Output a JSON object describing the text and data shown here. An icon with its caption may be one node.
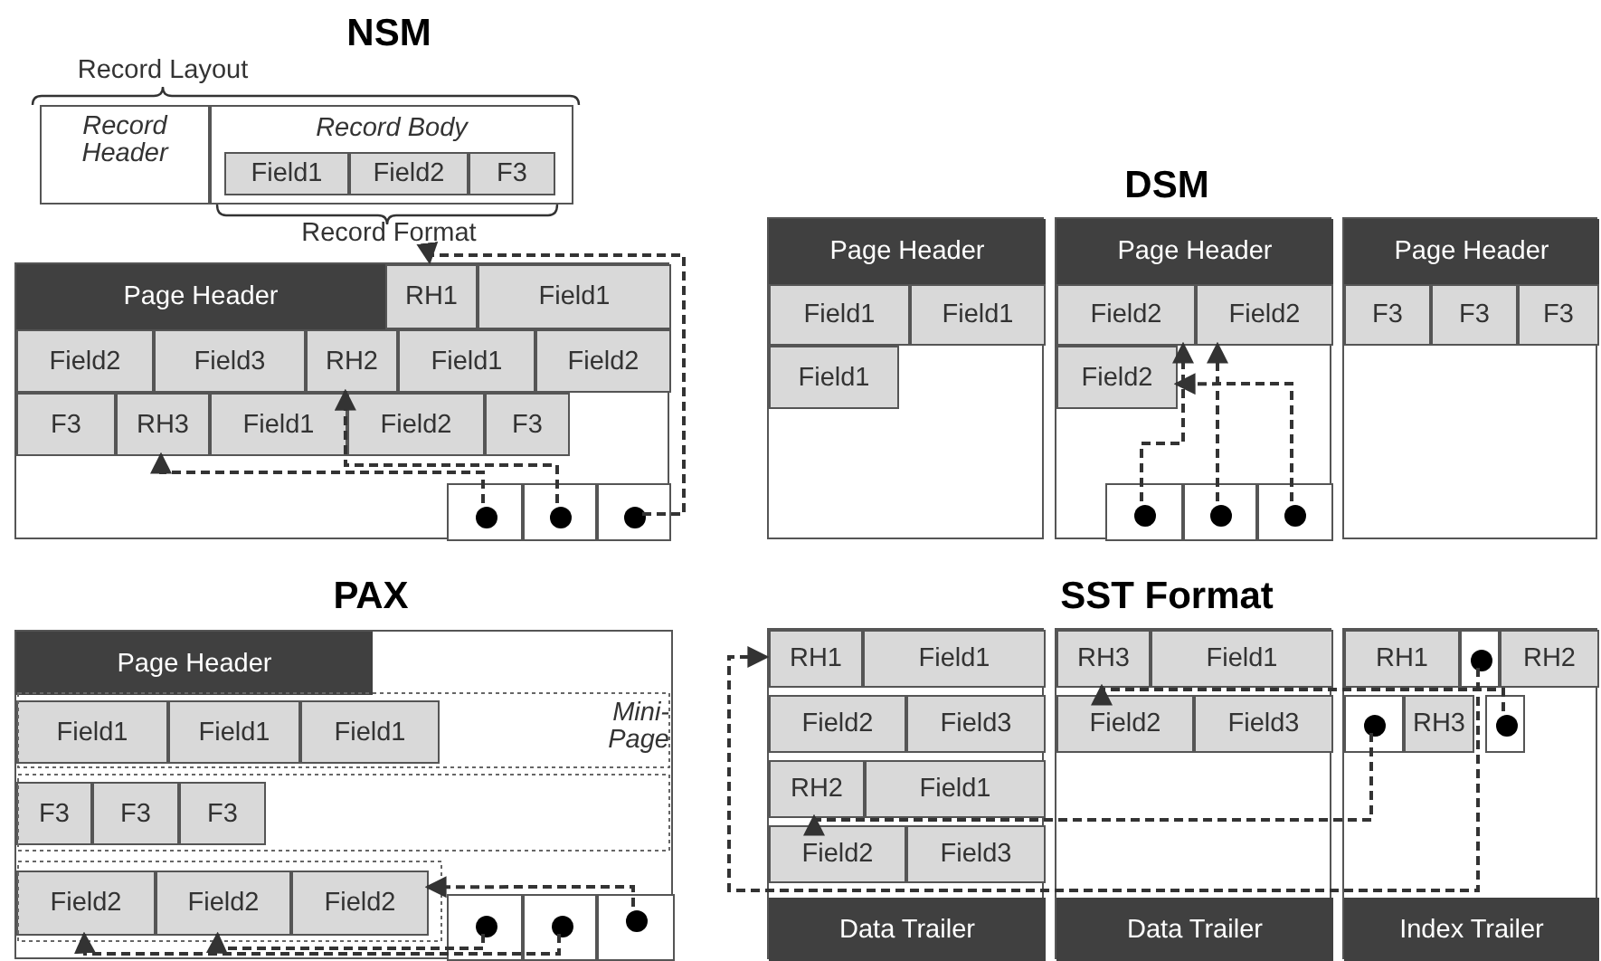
{
  "diagram": {
    "nodes": [
      {
        "text": [
          "Record Header"
        ]
      },
      {
        "text": [
          "Record Body"
        ]
      },
      {
        "text": [
          "Field1"
        ],
        "in": 1
      },
      {
        "text": [
          "Field2"
        ],
        "in": 1
      },
      {
        "text": [
          "F3"
        ],
        "in": 1
      },
      {
        "text": [],
        "shape": "box"
      },
      {
        "text": [
          "Page Header"
        ],
        "in": 5
      },
      {
        "text": [
          "RH1"
        ],
        "in": 5
      },
      {
        "text": [
          "Field1"
        ],
        "in": 5
      },
      {
        "text": [
          "Field2"
        ],
        "in": 5
      },
      {
        "text": [
          "Field3"
        ],
        "in": 5
      },
      {
        "text": [
          "RH2"
        ],
        "in": 5
      },
      {
        "text": [
          "Field1"
        ],
        "in": 5
      },
      {
        "text": [
          "Field2"
        ],
        "in": 5
      },
      {
        "text": [
          "F3"
        ],
        "in": 5
      },
      {
        "text": [
          "RH3"
        ],
        "in": 5
      },
      {
        "text": [
          "Field1"
        ],
        "in": 5
      },
      {
        "text": [
          "Field2"
        ],
        "in": 5
      },
      {
        "text": [
          "F3"
        ],
        "in": 5
      },
      {
        "text": [],
        "shape": "box",
        "in": 5
      },
      {
        "text": [],
        "shape": "box",
        "in": 5
      },
      {
        "text": [],
        "shape": "box",
        "in": 5
      },
      {
        "text": [],
        "shape": "circle",
        "in": 19
      },
      {
        "text": [],
        "shape": "circle",
        "in": 20
      },
      {
        "text": [],
        "shape": "circle",
        "in": 21
      },
      {
        "text": [],
        "shape": "box"
      },
      {
        "text": [
          "Page Header"
        ],
        "in": 25
      },
      {
        "text": [
          "Field1"
        ],
        "in": 25
      },
      {
        "text": [
          "Field1"
        ],
        "in": 25
      },
      {
        "text": [
          "Field1"
        ],
        "in": 25
      },
      {
        "text": [],
        "shape": "box"
      },
      {
        "text": [
          "Page Header"
        ],
        "in": 30
      },
      {
        "text": [
          "Field2"
        ],
        "in": 30
      },
      {
        "text": [
          "Field2"
        ],
        "in": 30
      },
      {
        "text": [
          "Field2"
        ],
        "in": 30
      },
      {
        "text": [],
        "shape": "box",
        "in": 30
      },
      {
        "text": [],
        "shape": "box",
        "in": 30
      },
      {
        "text": [],
        "shape": "box",
        "in": 30
      },
      {
        "text": [],
        "shape": "circle",
        "in": 35
      },
      {
        "text": [],
        "shape": "circle",
        "in": 36
      },
      {
        "text": [],
        "shape": "circle",
        "in": 37
      },
      {
        "text": [],
        "shape": "box"
      },
      {
        "text": [
          "Page Header"
        ],
        "in": 41
      },
      {
        "text": [
          "F3"
        ],
        "in": 41
      },
      {
        "text": [
          "F3"
        ],
        "in": 41
      },
      {
        "text": [
          "F3"
        ],
        "in": 41
      },
      {
        "text": [],
        "shape": "box"
      },
      {
        "text": [
          "Page Header"
        ],
        "in": 46
      },
      {
        "text": [
          "Field1"
        ],
        "in": 46
      },
      {
        "text": [
          "Field1"
        ],
        "in": 46
      },
      {
        "text": [
          "Field1"
        ],
        "in": 46
      },
      {
        "text": [
          "F3"
        ],
        "in": 46
      },
      {
        "text": [
          "F3"
        ],
        "in": 46
      },
      {
        "text": [
          "F3"
        ],
        "in": 46
      },
      {
        "text": [
          "Field2"
        ],
        "in": 46
      },
      {
        "text": [
          "Field2"
        ],
        "in": 46
      },
      {
        "text": [
          "Field2"
        ],
        "in": 46
      },
      {
        "text": [],
        "shape": "box",
        "in": 46
      },
      {
        "text": [],
        "shape": "box",
        "in": 46
      },
      {
        "text": [],
        "shape": "box",
        "in": 46
      },
      {
        "text": [],
        "shape": "circle",
        "in": 57
      },
      {
        "text": [],
        "shape": "circle",
        "in": 58
      },
      {
        "text": [],
        "shape": "circle",
        "in": 59
      },
      {
        "text": [],
        "shape": "box"
      },
      {
        "text": [
          "RH1"
        ],
        "in": 63
      },
      {
        "text": [
          "Field1"
        ],
        "in": 63
      },
      {
        "text": [
          "Field2"
        ],
        "in": 63
      },
      {
        "text": [
          "Field3"
        ],
        "in": 63
      },
      {
        "text": [
          "RH2"
        ],
        "in": 63
      },
      {
        "text": [
          "Field1"
        ],
        "in": 63
      },
      {
        "text": [
          "Field2"
        ],
        "in": 63
      },
      {
        "text": [
          "Field3"
        ],
        "in": 63
      },
      {
        "text": [
          "Data Trailer"
        ],
        "in": 63
      },
      {
        "text": [],
        "shape": "box"
      },
      {
        "text": [
          "RH3"
        ],
        "in": 73
      },
      {
        "text": [
          "Field1"
        ],
        "in": 73
      },
      {
        "text": [
          "Field2"
        ],
        "in": 73
      },
      {
        "text": [
          "Field3"
        ],
        "in": 73
      },
      {
        "text": [
          "Data Trailer"
        ],
        "in": 73
      },
      {
        "text": [],
        "shape": "box"
      },
      {
        "text": [
          "RH1"
        ],
        "in": 79
      },
      {
        "text": [],
        "shape": "box",
        "in": 79
      },
      {
        "text": [
          "RH2"
        ],
        "in": 79
      },
      {
        "text": [],
        "shape": "box",
        "in": 79
      },
      {
        "text": [
          "RH3"
        ],
        "in": 79
      },
      {
        "text": [],
        "shape": "box",
        "in": 79
      },
      {
        "text": [
          "Index Trailer"
        ],
        "in": 79
      },
      {
        "text": [],
        "shape": "circle",
        "in": 81
      },
      {
        "text": [],
        "shape": "circle",
        "in": 83
      },
      {
        "text": [],
        "shape": "circle",
        "in": 85
      }
    ],
    "edges": [
      {
        "from": 22,
        "to": 15,
        "arrow": "to",
        "style": "dashed"
      },
      {
        "from": 23,
        "to": 11,
        "arrow": "to",
        "style": "dashed"
      },
      {
        "from": 24,
        "to": 7,
        "arrow": "to",
        "style": "dashed"
      },
      {
        "from": 38,
        "to": 32,
        "arrow": "to",
        "style": "dashed"
      },
      {
        "from": 39,
        "to": 33,
        "arrow": "to",
        "style": "dashed"
      },
      {
        "from": 40,
        "to": 34,
        "arrow": "to",
        "style": "dashed"
      },
      {
        "from": 60,
        "to": 55,
        "arrow": "to",
        "style": "dashed"
      },
      {
        "from": 61,
        "to": 54,
        "arrow": "to",
        "style": "dashed"
      },
      {
        "from": 62,
        "to": 56,
        "arrow": "to",
        "style": "dashed"
      },
      {
        "from": 87,
        "to": 64,
        "arrow": "to",
        "style": "dashed"
      },
      {
        "from": 88,
        "to": 68,
        "arrow": "to",
        "style": "dashed"
      },
      {
        "from": 89,
        "to": 74,
        "arrow": "to",
        "style": "dashed"
      }
    ],
    "labels": [
      "NSM",
      "Record Layout",
      "Record Format",
      "DSM",
      "PAX",
      "Mini-Page",
      "SST Format"
    ]
  }
}
